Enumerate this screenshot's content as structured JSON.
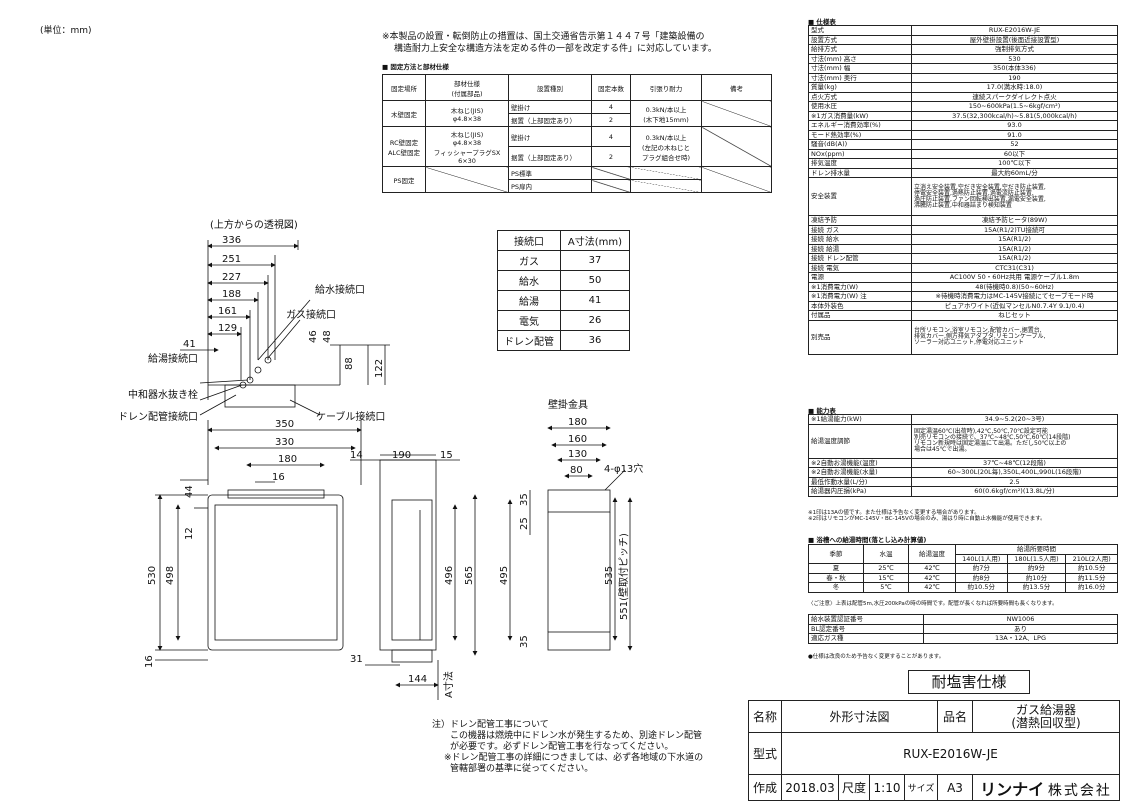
{
  "unit_label": "(単位：mm)",
  "notice": [
    "※本製品の設置・転倒防止の措置は、国土交通省告示第１４４７号「建築設備の",
    "構造耐力上安全な構造方法を定める件の一部を改定する件」に対応しています。"
  ],
  "fixing": {
    "heading": "■ 固定方法と部材仕様",
    "headers": [
      "固定場所",
      "部材仕様\n(付属部品)",
      "設置種別",
      "固定本数",
      "引張り耐力",
      "備考"
    ],
    "rows": [
      {
        "place": "木壁固定",
        "parts": "木ねじ(JIS)\nφ4.8×38",
        "types": [
          "壁掛け",
          "据置（上部固定あり）"
        ],
        "counts": [
          "4",
          "2"
        ],
        "strength": "0.3kN/本以上\n(木下地15mm)"
      },
      {
        "place": "RC壁固定\nALC壁固定",
        "parts": "木ねじ(JIS)\nφ4.8×38\nフィッシャープラグSX\n6×30",
        "types": [
          "壁掛け",
          "据置（上部固定あり）"
        ],
        "counts": [
          "4",
          "2"
        ],
        "strength": "0.3kN/本以上\n(左記の木ねじと\nプラグ組合せ時)"
      },
      {
        "place": "PS固定",
        "parts": "",
        "types": [
          "PS標準",
          "PS扉内"
        ],
        "counts": [
          "",
          ""
        ],
        "strength": ""
      }
    ]
  },
  "connection": {
    "headers": [
      "接続口",
      "A寸法(mm)"
    ],
    "rows": [
      [
        "ガス",
        "37"
      ],
      [
        "給水",
        "50"
      ],
      [
        "給湯",
        "41"
      ],
      [
        "電気",
        "26"
      ],
      [
        "ドレン配管",
        "36"
      ]
    ]
  },
  "drawing": {
    "top_view_title": "(上方からの透視図)",
    "bracket_title": "壁掛金具",
    "top_dims": [
      "336",
      "251",
      "227",
      "188",
      "161",
      "129",
      "41",
      "46",
      "48",
      "88",
      "122"
    ],
    "front_dims": [
      "350",
      "330",
      "180",
      "16",
      "44",
      "12",
      "530",
      "498",
      "16"
    ],
    "side_dims": [
      "14",
      "190",
      "15",
      "496",
      "565",
      "495",
      "31",
      "144",
      "A寸法"
    ],
    "bracket_dims": [
      "180",
      "160",
      "130",
      "80",
      "4-φ13穴",
      "35",
      "25",
      "535",
      "551(壁取付ピッチ)",
      "35"
    ],
    "callouts": {
      "water_in": "給水接続口",
      "gas": "ガス接続口",
      "hot_out": "給湯接続口",
      "drain_plug": "中和器水抜き栓",
      "drain_pipe": "ドレン配管接続口",
      "cable": "ケーブル接続口"
    }
  },
  "spec": {
    "title": "■ 仕様表",
    "rows": [
      [
        "型式",
        "RUX-E2016W-JE"
      ],
      [
        "設置方式",
        "屋外壁掛設置(後面近接設置型)"
      ],
      [
        "給排方式",
        "強制排気方式"
      ],
      [
        "寸法(mm) 高さ",
        "530"
      ],
      [
        "寸法(mm) 幅",
        "350(本体336)"
      ],
      [
        "寸法(mm) 奥行",
        "190"
      ],
      [
        "質量(kg)",
        "17.0(満水時:18.0)"
      ],
      [
        "点火方式",
        "連続スパークダイレクト点火"
      ],
      [
        "使用水圧",
        "150~600kPa(1.5~6kgf/cm²)"
      ],
      [
        "※1ガス消費量(kW)",
        "37.5(32,300kcal/h)~5.81(5,000kcal/h)"
      ],
      [
        "エネルギー消費効率(%)",
        "93.0"
      ],
      [
        "モード熱効率(%)",
        "91.0"
      ],
      [
        "騒音(dB(A))",
        "52"
      ],
      [
        "NOx(ppm)",
        "60以下"
      ],
      [
        "排気温度",
        "100℃以下"
      ],
      [
        "ドレン排水量",
        "最大約60mL/分"
      ]
    ],
    "safety_label": "安全装置",
    "safety_value": "立消え安全装置,空だき安全装置,空だき防止装置,\n停電安全装置,過熱防止装置,過電流防止装置,\n過圧防止装置,ファン回転検出装置,漏電安全装置,\n沸騰防止装置,中和器詰まり検知装置",
    "rows2": [
      [
        "凍結予防",
        "凍結予防ヒータ(89W)"
      ],
      [
        "接続 ガス",
        "15A(R1/2)TU接続可"
      ],
      [
        "接続 給水",
        "15A(R1/2)"
      ],
      [
        "接続 給湯",
        "15A(R1/2)"
      ],
      [
        "接続 ドレン配管",
        "15A(R1/2)"
      ],
      [
        "接続 電気",
        "CTC31(C31)"
      ],
      [
        "電源",
        "AC100V 50・60Hz共用 電源ケーブル1.8m"
      ],
      [
        "※1消費電力(W)",
        "48(待機時0.8)(50~60Hz)"
      ],
      [
        "※1消費電力(W) 注",
        "※待機時消費電力はMC-145V接続にてセーブモード時"
      ],
      [
        "本体外装色",
        "ピュアホワイト(近似マンセルN0.7.4Y 9.1/0.4)"
      ],
      [
        "付属品",
        "ねじセット"
      ]
    ],
    "sep_label": "別売品",
    "sep_value": "台所リモコン,浴室リモコン,配管カバー,据置台,\n排気カバー,側方排気アダプタ,リモコンケーブル,\nソーラー対応ユニット,停電対応ユニット"
  },
  "capacity": {
    "title": "■ 能力表",
    "rows": [
      [
        "※1給湯能力(kW)",
        "34.9~5.2(20~3号)"
      ],
      [
        "給湯温度調節",
        "固定湯温60℃(出荷時),42℃,50℃,70℃設定可能\n別売リモコンの接続で、37℃~48℃,50℃,60℃(14段階)\nリモコン新規時は固定湯温にて出湯。ただし50℃以上の\n場合は45℃で出湯。"
      ],
      [
        "※2自動お湯機能(温度)",
        "37℃~48℃(12段階)"
      ],
      [
        "※2自動お湯機能(水量)",
        "60~300L(20L毎),350L,400L,990L(16段階)"
      ],
      [
        "最低作動水量(L/分)",
        "2.5"
      ],
      [
        "給湯器内圧損(kPa)",
        "60(0.6kgf/cm²)(13.8L/分)"
      ]
    ],
    "notes": [
      "※1印は13Aの値です。また仕様は予告なく変更する場合があります。",
      "※2印はリモコンがMC-145V・BC-145Vの場合のみ、湯はり時に自動止水機能が使用できます。"
    ]
  },
  "bath": {
    "title": "■ 浴槽への給湯時間(落とし込み計算値)",
    "headers": [
      "季節",
      "水温",
      "給湯温度",
      "給湯所要時間"
    ],
    "subheaders": [
      "140L(1人用)",
      "180L(1.5人用)",
      "210L(2人用)"
    ],
    "rows": [
      [
        "夏",
        "25℃",
        "42℃",
        "約7分",
        "約9分",
        "約10.5分"
      ],
      [
        "春・秋",
        "15℃",
        "42℃",
        "約8分",
        "約10分",
        "約11.5分"
      ],
      [
        "冬",
        "5℃",
        "42℃",
        "約10.5分",
        "約13.5分",
        "約16.0分"
      ]
    ],
    "note": "〈ご注意〉上表は配管5m,水圧200kPaの時の時間です。配管が長くなれば所要時間も長くなります。"
  },
  "cert": {
    "rows": [
      [
        "給水装置認証番号",
        "NW1006"
      ],
      [
        "BL認定番号",
        "あり"
      ],
      [
        "適応ガス種",
        "13A・12A、LPG"
      ]
    ],
    "note": "●仕様は改良のため予告なく変更することがあります。"
  },
  "salt_label": "耐塩害仕様",
  "footnote": [
    "注）ドレン配管工事について",
    "この機器は燃焼中にドレン水が発生するため、別途ドレン配管",
    "が必要です。必ずドレン配管工事を行なってください。",
    "※ドレン配管工事の詳細につきましては、必ず各地域の下水道の",
    "管轄部署の基準に従ってください。"
  ],
  "title_block": {
    "name_label": "名称",
    "name_value": "外形寸法図",
    "product_label": "品名",
    "product_value": "ガス給湯器\n(潜熱回収型)",
    "model_label": "型式",
    "model_value": "RUX-E2016W-JE",
    "made_label": "作成",
    "date": "2018.03",
    "scale_label": "尺度",
    "scale": "1:10",
    "size_label": "サイズ",
    "size": "A3",
    "company_logo": "リンナイ",
    "company": "株式会社"
  }
}
